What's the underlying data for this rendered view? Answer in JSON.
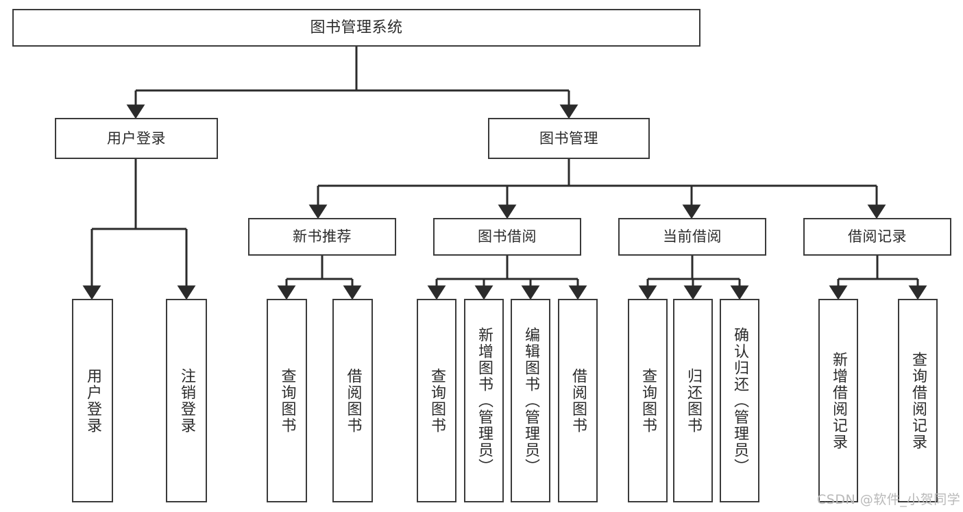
{
  "diagram": {
    "title": "图书管理系统",
    "type": "tree-hierarchy-diagram",
    "watermark": "CSDN @软件_小贺同学",
    "colors": {
      "background": "#ffffff",
      "box_border": "#3a3a3a",
      "connector": "#2b2b2b",
      "text": "#2b2b2b",
      "watermark": "#b9b9b9"
    },
    "nodes": {
      "root": {
        "label": "图书管理系统",
        "level": 1
      },
      "user_login": {
        "label": "用户登录",
        "level": 2
      },
      "book_manage": {
        "label": "图书管理",
        "level": 2
      },
      "new_book_rec": {
        "label": "新书推荐",
        "level": 3
      },
      "book_borrow": {
        "label": "图书借阅",
        "level": 3
      },
      "current_borrow": {
        "label": "当前借阅",
        "level": 3
      },
      "borrow_record": {
        "label": "借阅记录",
        "level": 3
      },
      "leaf_user_login": {
        "label": "用户登录",
        "level": 4
      },
      "leaf_logout": {
        "label": "注销登录",
        "level": 4
      },
      "leaf_query_book_1": {
        "label": "查询图书",
        "level": 4
      },
      "leaf_borrow_book_1": {
        "label": "借阅图书",
        "level": 4
      },
      "leaf_query_book_2": {
        "label": "查询图书",
        "level": 4
      },
      "leaf_add_book": {
        "label": "新增图书（管理员）",
        "level": 4
      },
      "leaf_edit_book": {
        "label": "编辑图书（管理员）",
        "level": 4
      },
      "leaf_borrow_book_2": {
        "label": "借阅图书",
        "level": 4
      },
      "leaf_query_book_3": {
        "label": "查询图书",
        "level": 4
      },
      "leaf_return_book": {
        "label": "归还图书",
        "level": 4
      },
      "leaf_confirm_return": {
        "label": "确认归还（管理员）",
        "level": 4
      },
      "leaf_add_record": {
        "label": "新增借阅记录",
        "level": 4
      },
      "leaf_query_record": {
        "label": "查询借阅记录",
        "level": 4
      }
    }
  }
}
